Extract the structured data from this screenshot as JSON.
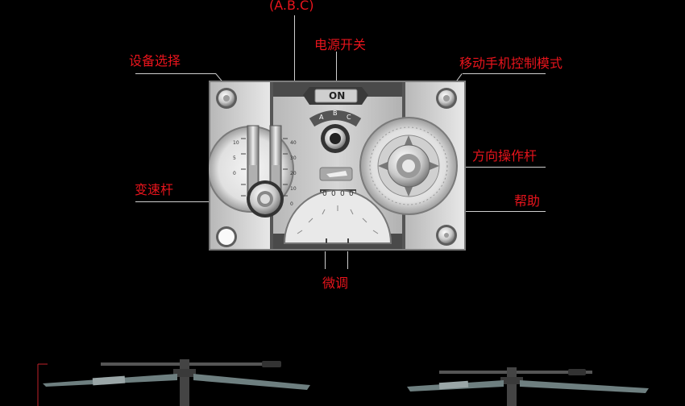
{
  "callouts": {
    "channel": "(A.B.C)",
    "power": "电源开关",
    "device_select": "设备选择",
    "mobile_mode": "移动手机控制模式",
    "direction_stick": "方向操作杆",
    "throttle": "变速杆",
    "help": "帮助",
    "trim": "微调"
  },
  "panel": {
    "power_button_label": "ON",
    "channel_letters": [
      "A",
      "B",
      "C"
    ],
    "throttle_scale_left": [
      "10",
      "",
      "5",
      "",
      "0"
    ],
    "throttle_scale_right": [
      "40",
      "30",
      "20",
      "10",
      "0"
    ],
    "counter_digits": [
      "0",
      "0",
      "0",
      "0"
    ]
  },
  "colors": {
    "callout_text": "#e8141c",
    "leader_line": "#cfcfcf",
    "background": "#000000"
  }
}
